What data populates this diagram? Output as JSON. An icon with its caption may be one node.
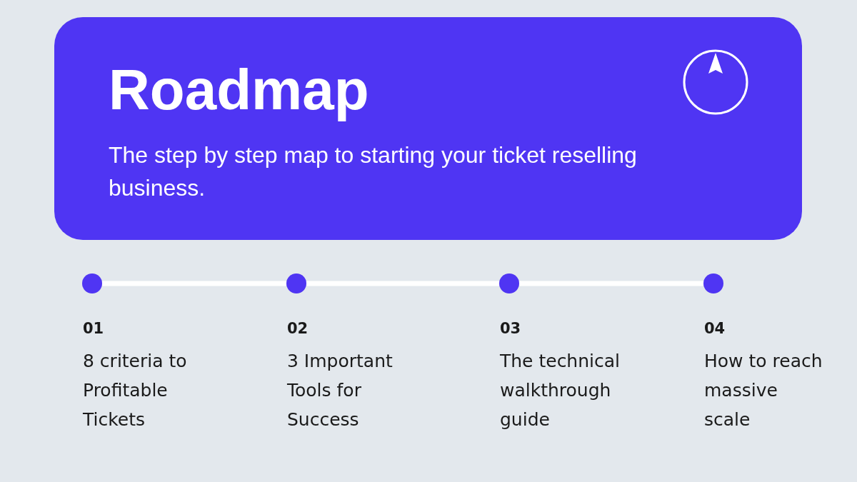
{
  "diagram": {
    "nodes": [
      {
        "text": [
          "Roadmap",
          "The step by step map to starting your ticket reselling business."
        ]
      },
      {
        "text": [],
        "shape": "circle",
        "beside": [
          "01",
          "8 criteria to Profitable Tickets"
        ]
      },
      {
        "text": [],
        "shape": "circle",
        "beside": [
          "02",
          "3 Important Tools for Success"
        ]
      },
      {
        "text": [],
        "shape": "circle",
        "beside": [
          "03",
          "The technical walkthrough guide"
        ]
      },
      {
        "text": [],
        "shape": "circle",
        "beside": [
          "04",
          "How to reach massive scale"
        ]
      }
    ],
    "edges": [
      {
        "from": 1,
        "to": 2,
        "arrow": "none"
      },
      {
        "from": 2,
        "to": 3,
        "arrow": "none"
      },
      {
        "from": 3,
        "to": 4,
        "arrow": "none"
      }
    ]
  }
}
